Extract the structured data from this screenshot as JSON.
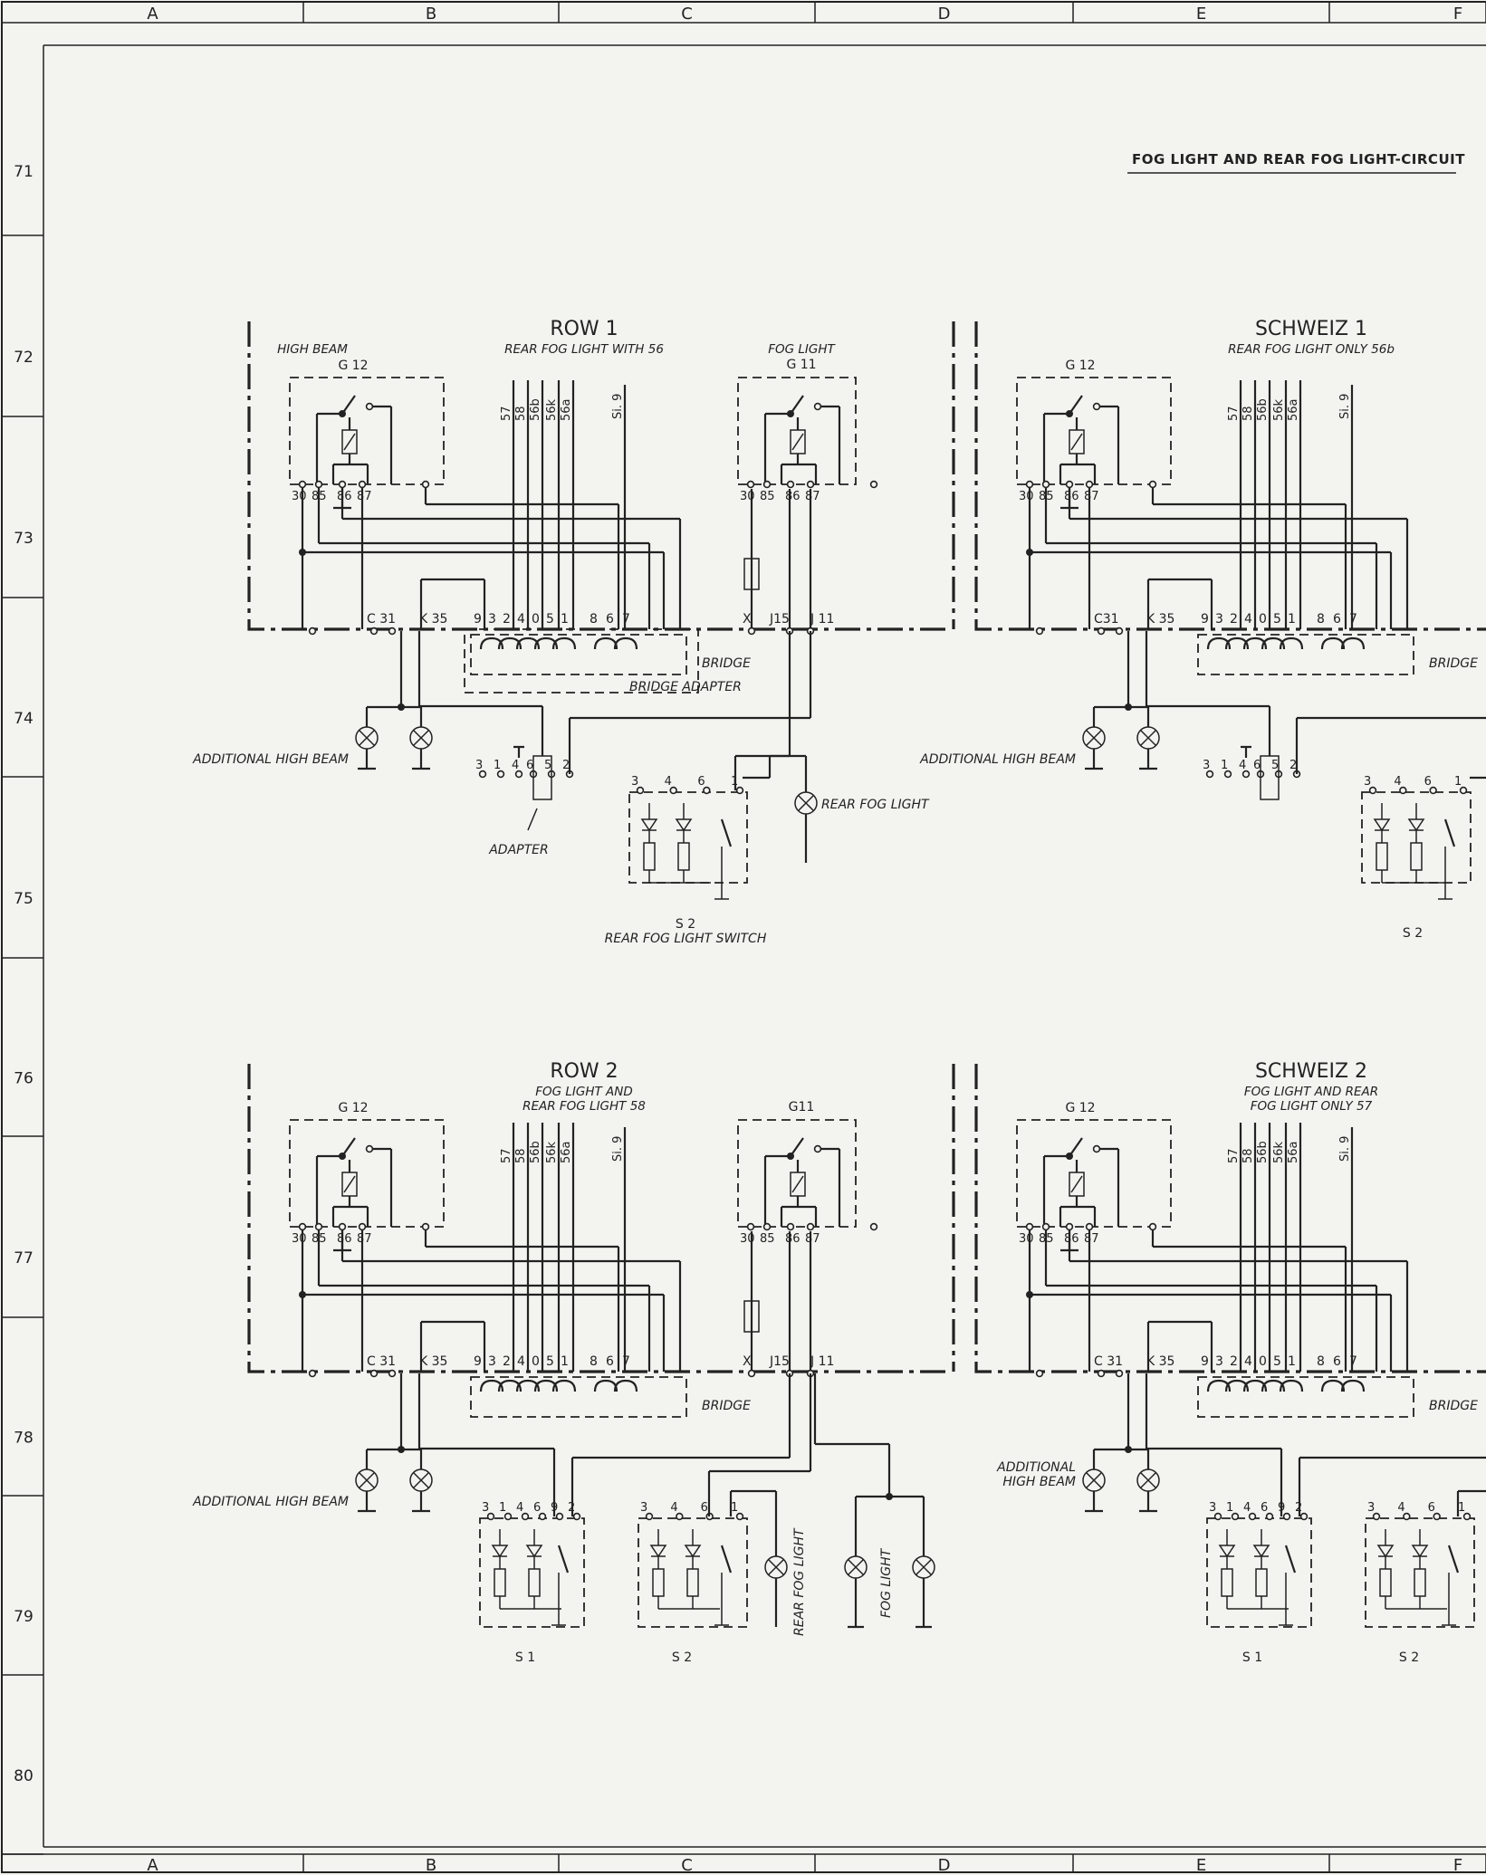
{
  "frame": {
    "columns": [
      "A",
      "B",
      "C",
      "D",
      "E",
      "F"
    ],
    "rows": [
      "71",
      "72",
      "73",
      "74",
      "75",
      "76",
      "77",
      "78",
      "79",
      "80"
    ]
  },
  "title": "FOG LIGHT AND REAR FOG LIGHT-CIRCUIT",
  "panels": [
    {
      "heading": "ROW 1",
      "subtitle_lines": [
        "REAR FOG LIGHT WITH 56"
      ],
      "relay_g12_caption": "HIGH BEAM",
      "relay_g12": "G 12",
      "relay_g11_caption": "FOG LIGHT",
      "relay_g11": "G 11",
      "relay_pins": [
        "30",
        "85",
        "86",
        "87"
      ],
      "wires": [
        "57",
        "58",
        "56b",
        "56k",
        "56a",
        "Si. 9"
      ],
      "connector_left": [
        "C 31",
        "K 35"
      ],
      "pins": [
        "9",
        "3",
        "2",
        "4",
        "0",
        "5",
        "1",
        "8",
        "6",
        "7"
      ],
      "connector_right": [
        "X",
        "J15",
        "J 11"
      ],
      "bridge": "BRIDGE",
      "bridge_adapter": "BRIDGE ADAPTER",
      "additional_high_beam": "ADDITIONAL HIGH BEAM",
      "adapter_pins": [
        "3",
        "1",
        "4",
        "6",
        "5",
        "2"
      ],
      "adapter": "ADAPTER",
      "switch_pins": [
        "3",
        "4",
        "6",
        "1"
      ],
      "rear_fog_light": "REAR FOG LIGHT",
      "switch": "S 2",
      "switch_caption": "REAR FOG LIGHT SWITCH"
    },
    {
      "heading": "SCHWEIZ 1",
      "subtitle_lines": [
        "REAR FOG LIGHT ONLY 56b"
      ],
      "relay_g12": "G 12",
      "relay_pins": [
        "30",
        "85",
        "86",
        "87"
      ],
      "wires": [
        "57",
        "58",
        "56b",
        "56k",
        "56a",
        "Si. 9"
      ],
      "connector_left": [
        "C31",
        "K 35"
      ],
      "pins": [
        "9",
        "3",
        "2",
        "4",
        "0",
        "5",
        "1",
        "8",
        "6",
        "7"
      ],
      "bridge": "BRIDGE",
      "additional_high_beam": "ADDITIONAL HIGH BEAM",
      "adapter_pins": [
        "3",
        "1",
        "4",
        "6",
        "5",
        "2"
      ],
      "switch_pins": [
        "3",
        "4",
        "6",
        "1"
      ],
      "switch": "S 2"
    },
    {
      "heading": "ROW 2",
      "subtitle_lines": [
        "FOG LIGHT AND",
        "REAR FOG LIGHT 58"
      ],
      "relay_g12": "G 12",
      "relay_g11": "G11",
      "relay_pins": [
        "30",
        "85",
        "86",
        "87"
      ],
      "wires": [
        "57",
        "58",
        "56b",
        "56k",
        "56a",
        "Si. 9"
      ],
      "connector_left": [
        "C 31",
        "K 35"
      ],
      "pins": [
        "9",
        "3",
        "2",
        "4",
        "0",
        "5",
        "1",
        "8",
        "6",
        "7"
      ],
      "connector_right": [
        "X",
        "J15",
        "J 11"
      ],
      "bridge": "BRIDGE",
      "additional_high_beam": "ADDITIONAL HIGH BEAM",
      "s1_pins": [
        "3",
        "1",
        "4",
        "6",
        "9",
        "2"
      ],
      "switch_pins": [
        "3",
        "4",
        "6",
        "1"
      ],
      "switch1": "S 1",
      "switch": "S 2",
      "rear_fog_light": "REAR FOG LIGHT",
      "fog_light": "FOG LIGHT"
    },
    {
      "heading": "SCHWEIZ 2",
      "subtitle_lines": [
        "FOG LIGHT AND REAR",
        "FOG LIGHT ONLY 57"
      ],
      "relay_g12": "G 12",
      "relay_pins": [
        "30",
        "85",
        "86",
        "87"
      ],
      "wires": [
        "57",
        "58",
        "56b",
        "56k",
        "56a",
        "Si. 9"
      ],
      "connector_left": [
        "C 31",
        "K 35"
      ],
      "pins": [
        "9",
        "3",
        "2",
        "4",
        "0",
        "5",
        "1",
        "8",
        "6",
        "7"
      ],
      "bridge": "BRIDGE",
      "additional_high_beam_lines": [
        "ADDITIONAL",
        "HIGH BEAM"
      ],
      "s1_pins": [
        "3",
        "1",
        "4",
        "6",
        "9",
        "2"
      ],
      "switch_pins": [
        "3",
        "4",
        "6",
        "1"
      ],
      "switch1": "S 1",
      "switch": "S 2"
    }
  ]
}
